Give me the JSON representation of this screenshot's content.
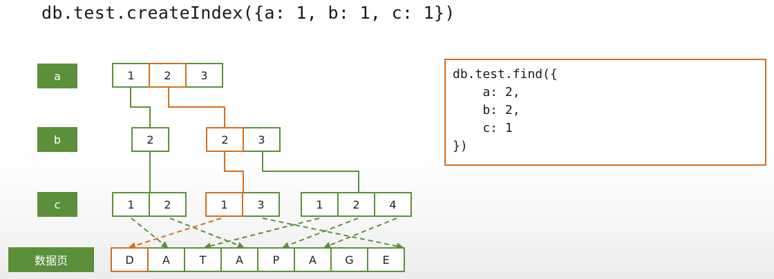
{
  "title": "db.test.createIndex({a: 1, b: 1, c: 1})",
  "labels": {
    "a": "a",
    "b": "b",
    "c": "c",
    "data": "数据页"
  },
  "level_a": [
    "1",
    "2",
    "3"
  ],
  "level_b": {
    "node1": [
      "2"
    ],
    "node2": [
      "2",
      "3"
    ]
  },
  "level_c": {
    "node1": [
      "1",
      "2"
    ],
    "node2": [
      "1",
      "3"
    ],
    "node3": [
      "1",
      "2",
      "4"
    ]
  },
  "data_page": [
    "D",
    "A",
    "T",
    "A",
    "P",
    "A",
    "G",
    "E"
  ],
  "query": {
    "lines": [
      "db.test.find({",
      "    a: 2,",
      "    b: 2,",
      "    c: 1",
      "})"
    ]
  },
  "colors": {
    "green": "#5b8f3a",
    "orange": "#d26e1e"
  }
}
